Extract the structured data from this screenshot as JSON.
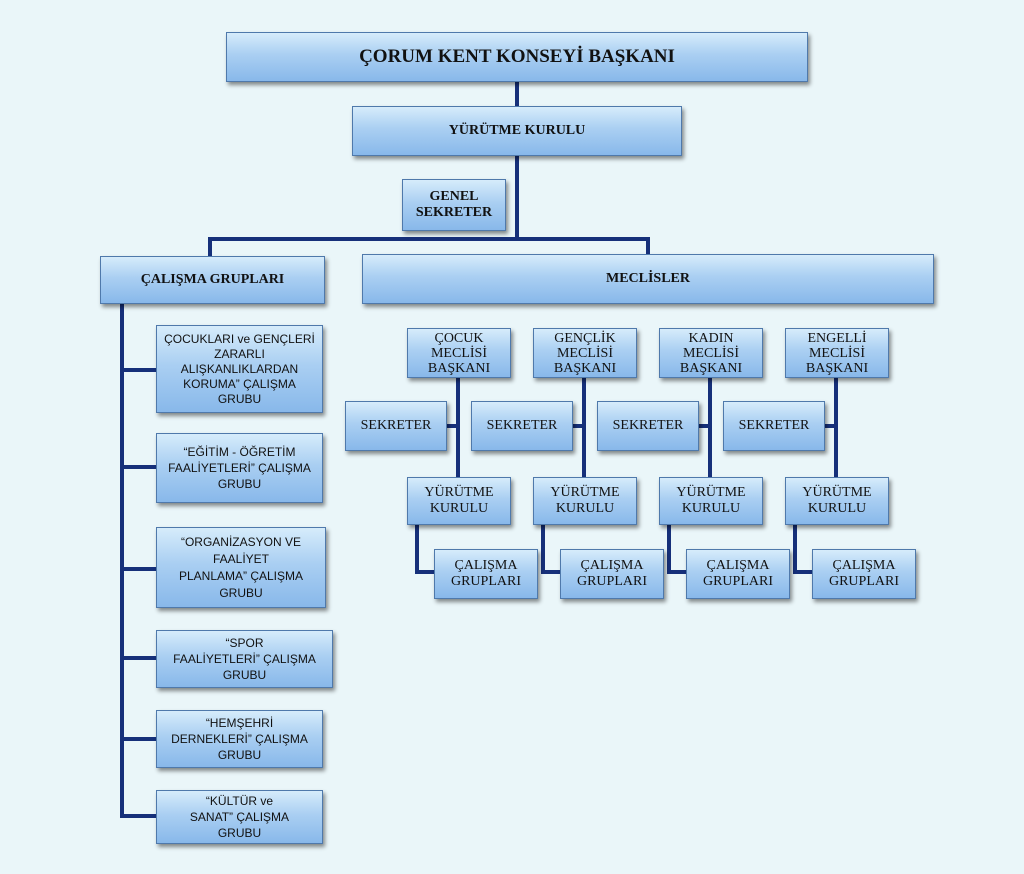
{
  "chart": {
    "top_title": "ÇORUM KENT KONSEYİ BAŞKANI",
    "executive_board": "YÜRÜTME KURULU",
    "general_secretary": "GENEL\nSEKRETER",
    "working_groups_header": "ÇALIŞMA GRUPLARI",
    "councils_header": "MECLİSLER",
    "working_groups": [
      "ÇOCUKLARI ve GENÇLERİ\nZARARLI\nALIŞKANLIKLARDAN\nKORUMA” ÇALIŞMA\nGRUBU",
      "“EĞİTİM - ÖĞRETİM\nFAALİYETLERİ” ÇALIŞMA\nGRUBU",
      "“ORGANİZASYON VE\nFAALİYET\nPLANLAMA” ÇALIŞMA\nGRUBU",
      "“SPOR\nFAALİYETLERİ” ÇALIŞMA\nGRUBU",
      "“HEMŞEHRİ\nDERNEKLERİ” ÇALIŞMA\nGRUBU",
      "“KÜLTÜR ve\nSANAT” ÇALIŞMA\nGRUBU"
    ],
    "councils": [
      {
        "president": "ÇOCUK\nMECLİSİ\nBAŞKANI",
        "secretary": "SEKRETER",
        "executive": "YÜRÜTME\nKURULU",
        "groups": "ÇALIŞMA\nGRUPLARI"
      },
      {
        "president": "GENÇLİK\nMECLİSİ\nBAŞKANI",
        "secretary": "SEKRETER",
        "executive": "YÜRÜTME\nKURULU",
        "groups": "ÇALIŞMA\nGRUPLARI"
      },
      {
        "president": "KADIN\nMECLİSİ\nBAŞKANI",
        "secretary": "SEKRETER",
        "executive": "YÜRÜTME\nKURULU",
        "groups": "ÇALIŞMA\nGRUPLARI"
      },
      {
        "president": "ENGELLİ\nMECLİSİ\nBAŞKANI",
        "secretary": "SEKRETER",
        "executive": "YÜRÜTME\nKURULU",
        "groups": "ÇALIŞMA\nGRUPLARI"
      }
    ],
    "line_color": "#16307a"
  }
}
